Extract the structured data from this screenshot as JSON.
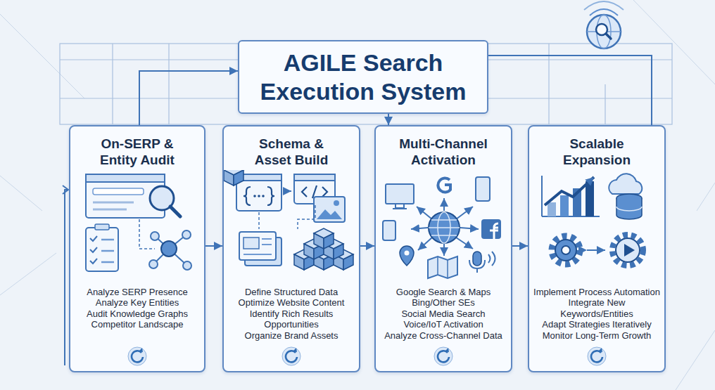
{
  "diagram": {
    "nodes": [
      {
        "text": [
          "AGILE Search Execution System"
        ]
      },
      {
        "text": [
          "On-SERP & Entity Audit",
          "Analyze SERP Presence",
          "Analyze Key Entities",
          "Audit Knowledge Graphs",
          "Competitor Landscape"
        ]
      },
      {
        "text": [
          "Schema & Asset Build",
          "Define Structured Data",
          "Optimize Website Content",
          "Identify Rich Results Opportunities",
          "Organize Brand Assets"
        ]
      },
      {
        "text": [
          "Multi-Channel Activation",
          "Google Search & Maps",
          "Bing/Other SEs",
          "Social Media Search",
          "Voice/IoT Activation",
          "Analyze Cross-Channel Data"
        ]
      },
      {
        "text": [
          "Scalable Expansion",
          "Implement Process Automation",
          "Integrate New Keywords/Entities",
          "Adapt Strategies Iteratively",
          "Monitor Long-Term Growth"
        ]
      }
    ],
    "edges": [
      {
        "from": 1,
        "to": 2,
        "arrow": "to"
      },
      {
        "from": 2,
        "to": 3,
        "arrow": "to"
      },
      {
        "from": 3,
        "to": 4,
        "arrow": "to"
      },
      {
        "from": 1,
        "to": 0,
        "arrow": "to"
      },
      {
        "from": 0,
        "to": 3,
        "arrow": "to"
      },
      {
        "from": 4,
        "to": 0,
        "arrow": "none"
      }
    ]
  }
}
